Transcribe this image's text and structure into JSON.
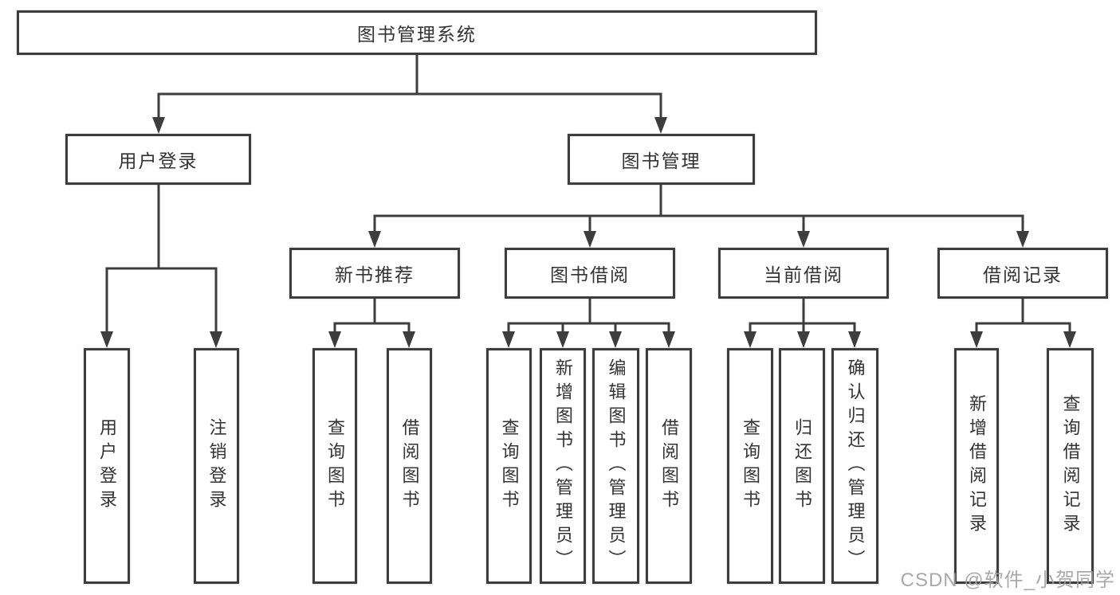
{
  "diagram": {
    "title": "图书管理系统",
    "root": {
      "label": "图书管理系统"
    },
    "level2": [
      {
        "id": "user-login",
        "label": "用户登录"
      },
      {
        "id": "book-management",
        "label": "图书管理"
      }
    ],
    "level3": [
      {
        "id": "new-book-recommend",
        "parent": "图书管理",
        "label": "新书推荐"
      },
      {
        "id": "book-borrow",
        "parent": "图书管理",
        "label": "图书借阅"
      },
      {
        "id": "current-borrow",
        "parent": "图书管理",
        "label": "当前借阅"
      },
      {
        "id": "borrow-records",
        "parent": "图书管理",
        "label": "借阅记录"
      }
    ],
    "leaves": [
      {
        "parent": "用户登录",
        "label": "用户登录"
      },
      {
        "parent": "用户登录",
        "label": "注销登录"
      },
      {
        "parent": "新书推荐",
        "label": "查询图书"
      },
      {
        "parent": "新书推荐",
        "label": "借阅图书"
      },
      {
        "parent": "图书借阅",
        "label": "查询图书"
      },
      {
        "parent": "图书借阅",
        "label": "新增图书（管理员）"
      },
      {
        "parent": "图书借阅",
        "label": "编辑图书（管理员）"
      },
      {
        "parent": "图书借阅",
        "label": "借阅图书"
      },
      {
        "parent": "当前借阅",
        "label": "查询图书"
      },
      {
        "parent": "当前借阅",
        "label": "归还图书"
      },
      {
        "parent": "当前借阅",
        "label": "确认归还（管理员）"
      },
      {
        "parent": "借阅记录",
        "label": "新增借阅记录"
      },
      {
        "parent": "借阅记录",
        "label": "查询借阅记录"
      }
    ]
  },
  "watermark": {
    "text": "CSDN @软件_小贺同学",
    "color": "#a0a0a0"
  },
  "colors": {
    "line": "#3d3d3d",
    "box_border": "#3d3d3d",
    "text": "#333333",
    "background": "#ffffff"
  }
}
